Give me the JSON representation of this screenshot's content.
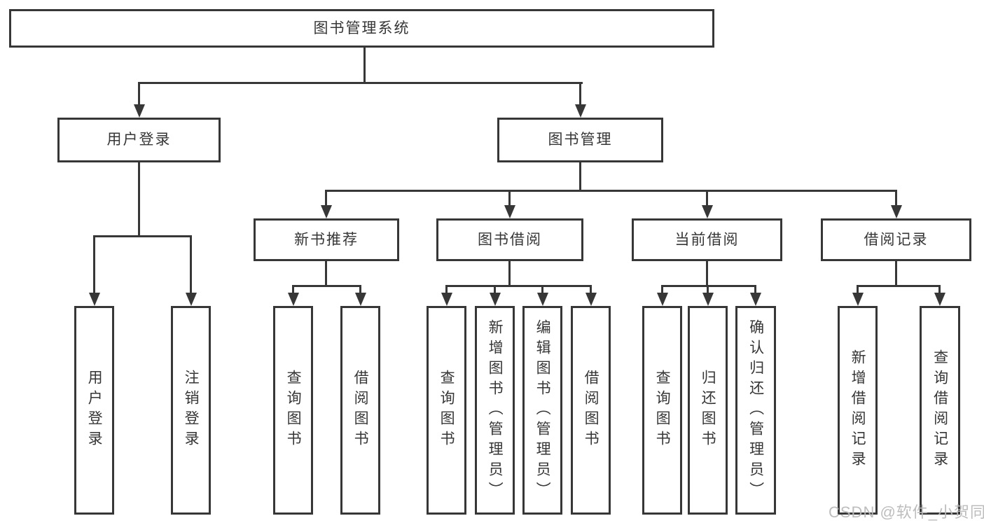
{
  "tree": {
    "root": "图书管理系统",
    "branches": [
      {
        "label": "用户登录",
        "children": [
          "用户登录",
          "注销登录"
        ]
      },
      {
        "label": "图书管理",
        "children": [
          {
            "label": "新书推荐",
            "children": [
              "查询图书",
              "借阅图书"
            ]
          },
          {
            "label": "图书借阅",
            "children": [
              "查询图书",
              "新增图书（管理员）",
              "编辑图书（管理员）",
              "借阅图书"
            ]
          },
          {
            "label": "当前借阅",
            "children": [
              "查询图书",
              "归还图书",
              "确认归还（管理员）"
            ]
          },
          {
            "label": "借阅记录",
            "children": [
              "新增借阅记录",
              "查询借阅记录"
            ]
          }
        ]
      }
    ]
  },
  "watermark": "CSDN @软件_小贺同学",
  "colors": {
    "line": "#373737",
    "text": "#363636",
    "background": "#ffffff",
    "watermark": "#bdbdbd"
  }
}
